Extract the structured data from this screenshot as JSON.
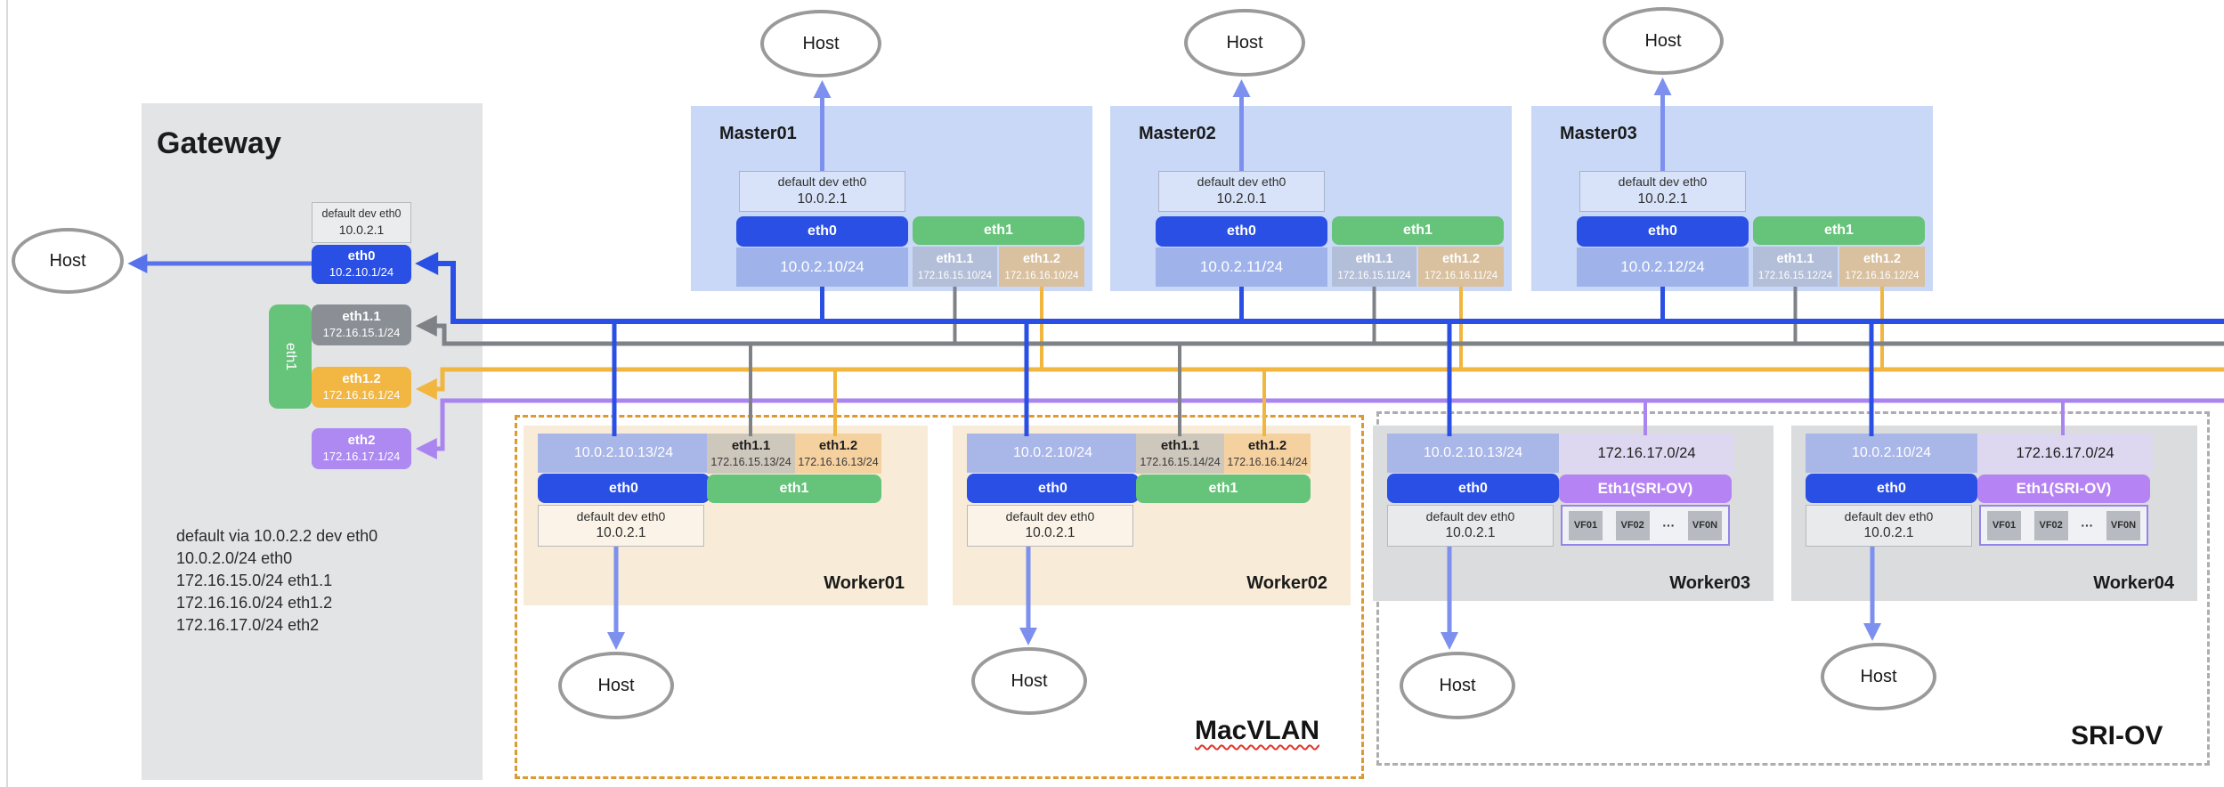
{
  "section_labels": {
    "macvlan": "MacVLAN",
    "sriov": "SRI-OV"
  },
  "host_label": "Host",
  "gateway": {
    "title": "Gateway",
    "default_box": {
      "line1": "default dev eth0",
      "line2": "10.0.2.1"
    },
    "eth0": {
      "label": "eth0",
      "ip": "10.2.10.1/24"
    },
    "eth1_group_label": "eth1",
    "eth1_1": {
      "label": "eth1.1",
      "ip": "172.16.15.1/24"
    },
    "eth1_2": {
      "label": "eth1.2",
      "ip": "172.16.16.1/24"
    },
    "eth2": {
      "label": "eth2",
      "ip": "172.16.17.1/24"
    },
    "routes": {
      "line1": "default via 10.0.2.2 dev eth0",
      "line2": "10.0.2.0/24 eth0",
      "line3": "172.16.15.0/24 eth1.1",
      "line4": "172.16.16.0/24 eth1.2",
      "line5": "172.16.17.0/24 eth2"
    }
  },
  "masters": [
    {
      "name": "Master01",
      "default_line1": "default dev eth0",
      "default_line2": "10.0.2.1",
      "eth0_label": "eth0",
      "eth0_ip": "10.0.2.10/24",
      "eth1_label": "eth1",
      "eth11_label": "eth1.1",
      "eth11_ip": "172.16.15.10/24",
      "eth12_label": "eth1.2",
      "eth12_ip": "172.16.16.10/24"
    },
    {
      "name": "Master02",
      "default_line1": "default dev eth0",
      "default_line2": "10.2.0.1",
      "eth0_label": "eth0",
      "eth0_ip": "10.0.2.11/24",
      "eth1_label": "eth1",
      "eth11_label": "eth1.1",
      "eth11_ip": "172.16.15.11/24",
      "eth12_label": "eth1.2",
      "eth12_ip": "172.16.16.11/24"
    },
    {
      "name": "Master03",
      "default_line1": "default dev eth0",
      "default_line2": "10.0.2.1",
      "eth0_label": "eth0",
      "eth0_ip": "10.0.2.12/24",
      "eth1_label": "eth1",
      "eth11_label": "eth1.1",
      "eth11_ip": "172.16.15.12/24",
      "eth12_label": "eth1.2",
      "eth12_ip": "172.16.16.12/24"
    }
  ],
  "macvlan_workers": [
    {
      "name": "Worker01",
      "ip_bar": "10.0.2.10.13/24",
      "eth0_label": "eth0",
      "default_line1": "default dev eth0",
      "default_line2": "10.0.2.1",
      "eth11_label": "eth1.1",
      "eth11_ip": "172.16.15.13/24",
      "eth12_label": "eth1.2",
      "eth12_ip": "172.16.16.13/24",
      "eth1_label": "eth1"
    },
    {
      "name": "Worker02",
      "ip_bar": "10.0.2.10/24",
      "eth0_label": "eth0",
      "default_line1": "default dev eth0",
      "default_line2": "10.0.2.1",
      "eth11_label": "eth1.1",
      "eth11_ip": "172.16.15.14/24",
      "eth12_label": "eth1.2",
      "eth12_ip": "172.16.16.14/24",
      "eth1_label": "eth1"
    }
  ],
  "sriov_workers": [
    {
      "name": "Worker03",
      "ip_bar": "10.0.2.10.13/24",
      "eth0_label": "eth0",
      "default_line1": "default dev eth0",
      "default_line2": "10.0.2.1",
      "subnet": "172.16.17.0/24",
      "eth1_label": "Eth1(SRI-OV)",
      "vf1": "VF01",
      "vf2": "VF02",
      "vf_dots": "···",
      "vfn": "VF0N"
    },
    {
      "name": "Worker04",
      "ip_bar": "10.0.2.10/24",
      "eth0_label": "eth0",
      "default_line1": "default dev eth0",
      "default_line2": "10.0.2.1",
      "subnet": "172.16.17.0/24",
      "eth1_label": "Eth1(SRI-OV)",
      "vf1": "VF01",
      "vf2": "VF02",
      "vf_dots": "···",
      "vfn": "VF0N"
    }
  ],
  "colors": {
    "bus_blue": "#2a4fe4",
    "link_periwinkle": "#7d90ee",
    "bus_gray": "#7e8287",
    "bus_yellow": "#f1b63e",
    "bus_purple": "#aa85ef",
    "green": "#66c37a",
    "master_bg": "#c9d8f7",
    "macvlan_worker_bg": "#f8ecd8",
    "sriov_worker_bg": "#dbdcde",
    "gateway_bg": "#e3e4e6",
    "macvlan_border": "#dd9a33",
    "sriov_border": "#adadad"
  }
}
